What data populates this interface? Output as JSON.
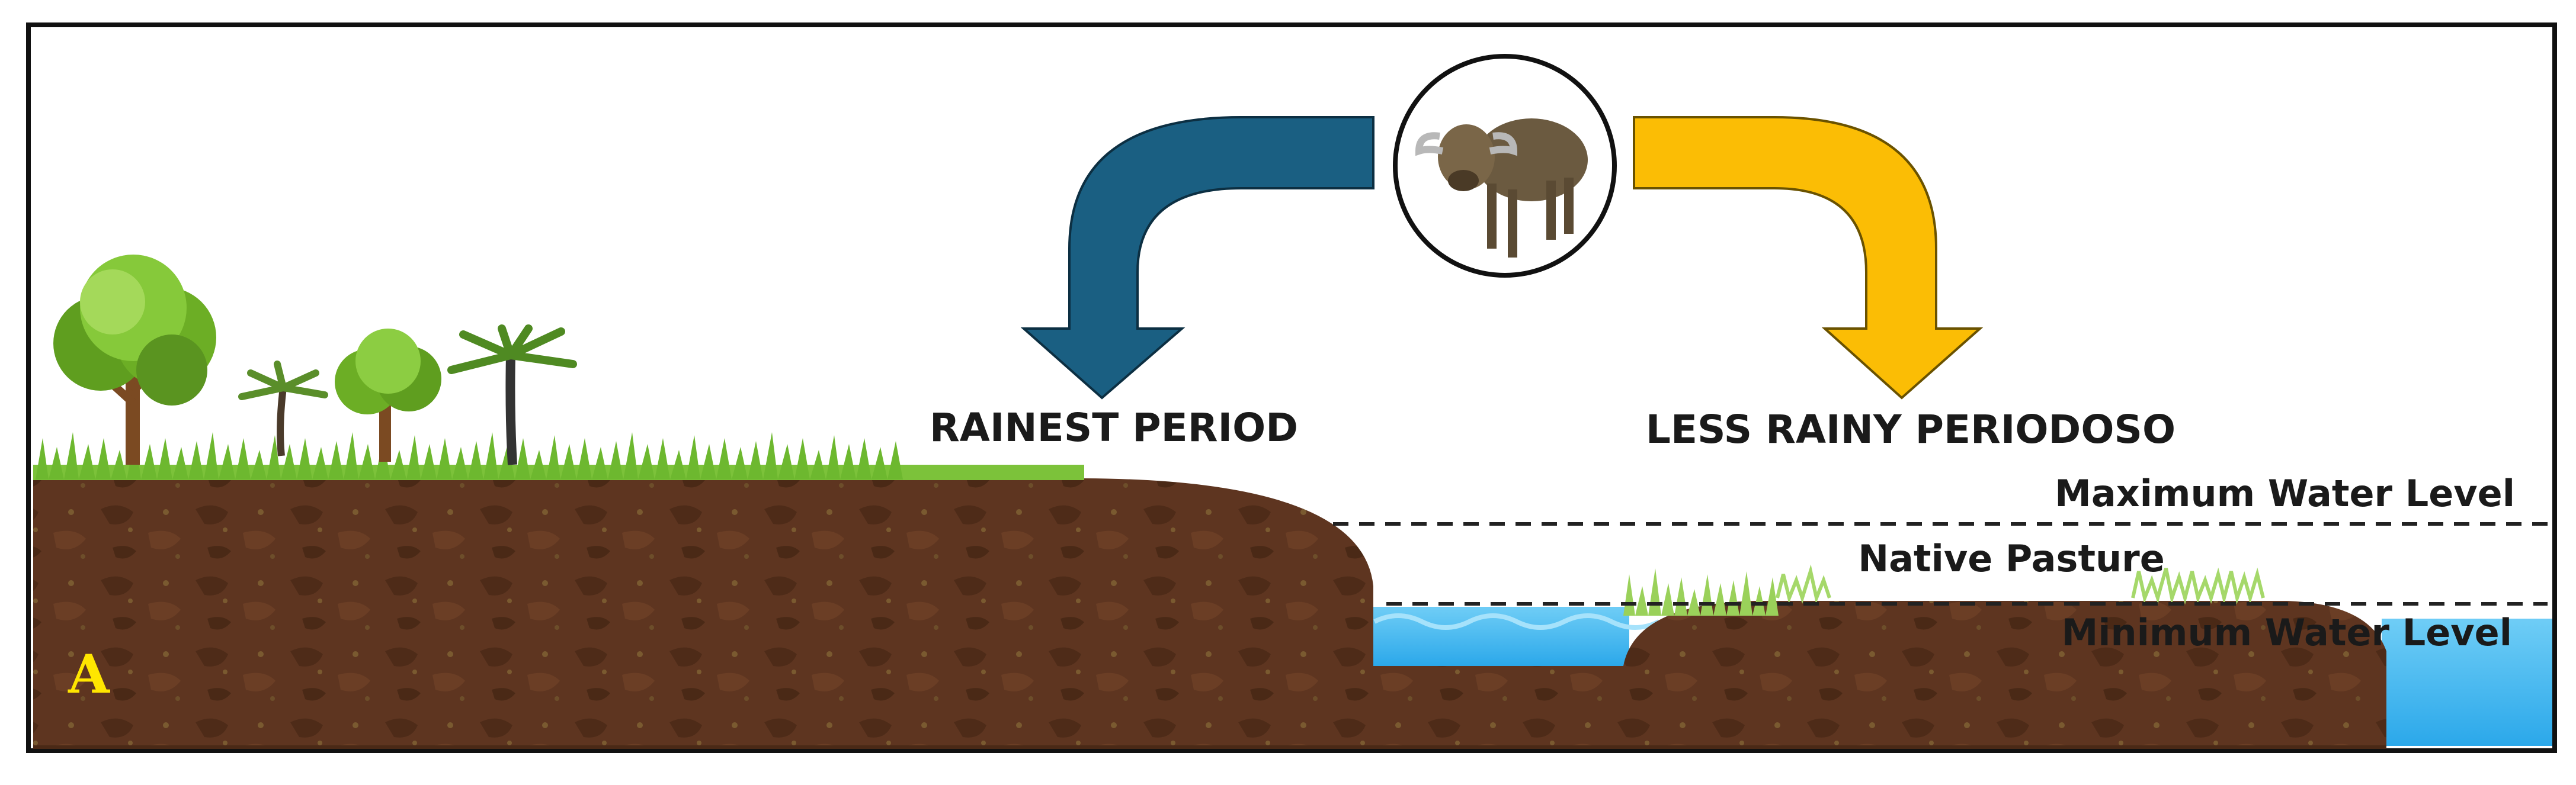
{
  "labels": {
    "rainiest": "RAINEST PERIOD",
    "less_rainy": "LESS RAINY PERIODOSO",
    "max_water": "Maximum Water Level",
    "native_pasture": "Native Pasture",
    "min_water": "Minimum Water Level",
    "panel": "A"
  },
  "colors": {
    "arrow_rainy": "#1a5f82",
    "arrow_dry": "#fbbd05",
    "soil": "#5e3520",
    "soil_dark": "#4a2916",
    "grass": "#7cc23a",
    "water": "#3cb4ef",
    "water_light": "#7fd2f7",
    "panel_letter": "#ffe600",
    "border": "#111111"
  },
  "icons": [
    "buffalo-icon",
    "tree-icon",
    "palm-tree-icon"
  ]
}
